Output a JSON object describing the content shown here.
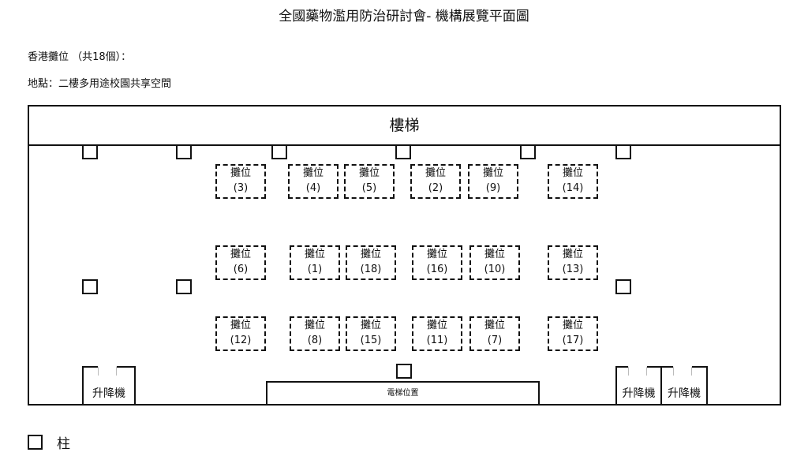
{
  "title": "全國藥物濫用防治研討會- 機構展覽平面圖",
  "booth_count_label": "香港攤位 （共18個）：",
  "location_label": "地點：二樓多用途校園共享空間",
  "stairs_label": "樓梯",
  "booth_label": "攤位",
  "booths": [
    "(3)",
    "(4)",
    "(5)",
    "(2)",
    "(9)",
    "(14)",
    "(6)",
    "(1)",
    "(18)",
    "(16)",
    "(10)",
    "(13)",
    "(12)",
    "(8)",
    "(15)",
    "(11)",
    "(7)",
    "(17)"
  ],
  "lift_label": "升降機",
  "elevator_area_label": "電梯位置",
  "legend_pillar_label": "柱"
}
